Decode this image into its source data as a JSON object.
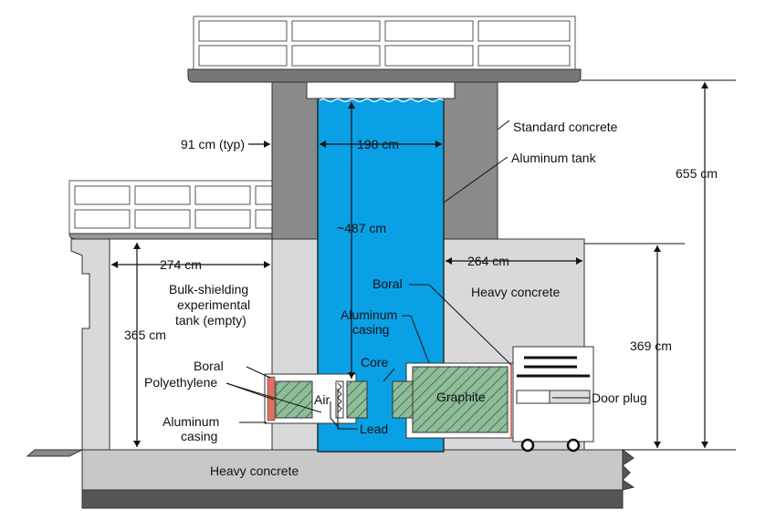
{
  "colors": {
    "water": "#0aa0e6",
    "standard_concrete": "#8a8a8a",
    "heavy_concrete": "#d9d9d9",
    "floor_concrete": "#c8c8c8",
    "base": "#555555",
    "graphite": "#8fbc99",
    "boral": "#e07060"
  },
  "labels": {
    "typ_wall": "91 cm (typ)",
    "tank_width": "198  cm",
    "water_depth": "~487 cm",
    "left_width": "274  cm",
    "right_width": "264 cm",
    "left_height": "365 cm",
    "right_height": "369 cm",
    "total_height": "655 cm",
    "standard_concrete": "Standard concrete",
    "aluminum_tank": "Aluminum tank",
    "heavy_concrete_right": "Heavy concrete",
    "heavy_concrete_bottom": "Heavy concrete",
    "bulk_line1": "Bulk-shielding",
    "bulk_line2": "experimental",
    "bulk_line3": "tank (empty)",
    "boral_right": "Boral",
    "al_casing_mid1": "Aluminum",
    "al_casing_mid2": "casing",
    "core": "Core",
    "graphite": "Graphite",
    "door_plug": "Door plug",
    "boral_left": "Boral",
    "polyethylene": "Polyethylene",
    "air": "Air",
    "lead": "Lead",
    "al_casing_left1": "Aluminum",
    "al_casing_left2": "casing"
  }
}
